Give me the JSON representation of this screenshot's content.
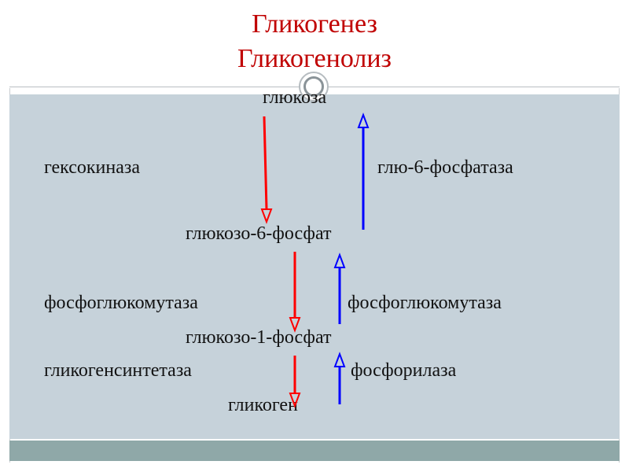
{
  "slide": {
    "title_line1": "Гликогенез",
    "title_line2": "Гликогенолиз",
    "colors": {
      "title": "#c00000",
      "content_bg": "#c6d2da",
      "band": "#8fa8a8",
      "arrow_down": "#ff0000",
      "arrow_up": "#0000ff"
    }
  },
  "diagram": {
    "substances": {
      "glucose": "глюкоза",
      "glucose6p": "глюкозо-6-фосфат",
      "glucose1p": "глюкозо-1-фосфат",
      "glycogen": "гликоген"
    },
    "enzymes": {
      "hexokinase": "гексокиназа",
      "g6phosphatase": "глю-6-фосфатаза",
      "pgm_left": "фосфоглюкомутаза",
      "pgm_right": "фосфоглюкомутаза",
      "glycogen_synthase": "гликогенсинтетаза",
      "phosphorylase": "фосфорилаза"
    }
  }
}
